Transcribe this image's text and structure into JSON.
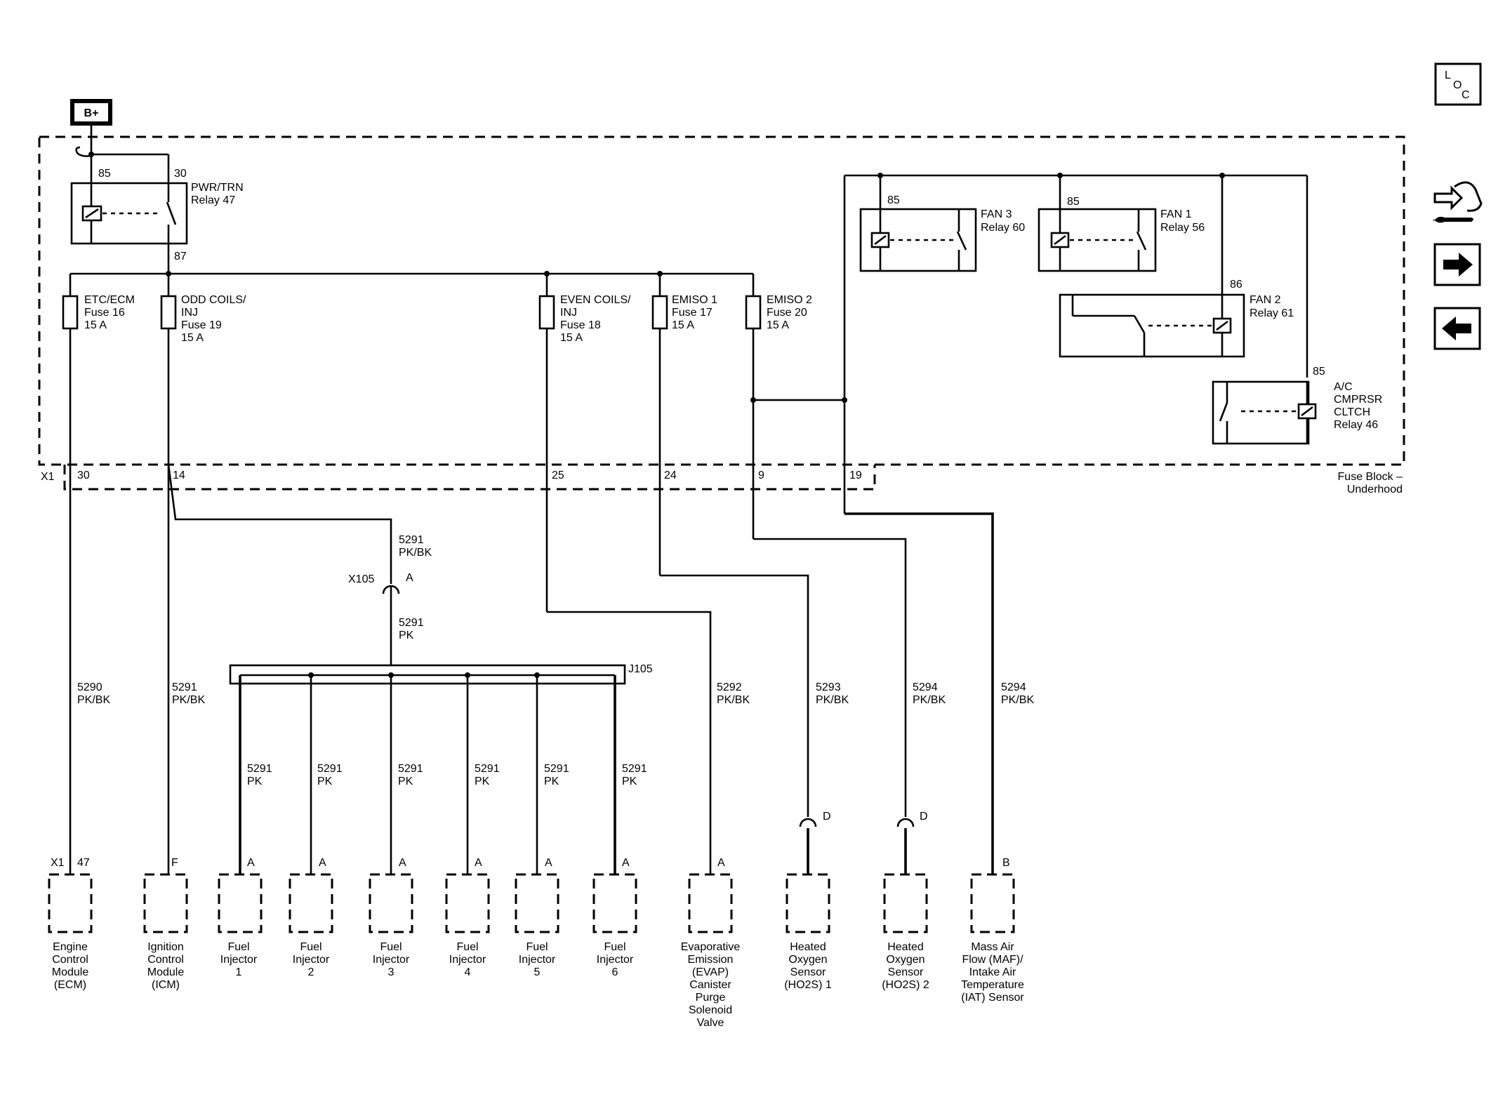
{
  "power_source": "B+",
  "fuse_block_label_line1": "Fuse Block –",
  "fuse_block_label_line2": "Underhood",
  "loc_button": {
    "l": "L",
    "o": "O",
    "c": "C"
  },
  "nav": {
    "tools_icon": "tools-icon",
    "next_icon": "arrow-right-icon",
    "prev_icon": "arrow-left-icon"
  },
  "pwr_relay": {
    "pin85": "85",
    "pin30": "30",
    "pin87": "87",
    "name": "PWR/TRN",
    "num": "Relay 47"
  },
  "fuses": [
    {
      "l1": "ETC/ECM",
      "l2": "Fuse 16",
      "l3": "15 A"
    },
    {
      "l1": "ODD COILS/",
      "l2": "INJ",
      "l3": "Fuse 19",
      "l4": "15 A"
    },
    {
      "l1": "EVEN COILS/",
      "l2": "INJ",
      "l3": "Fuse 18",
      "l4": "15 A"
    },
    {
      "l1": "EMISO 1",
      "l2": "Fuse 17",
      "l3": "15 A"
    },
    {
      "l1": "EMISO 2",
      "l2": "Fuse 20",
      "l3": "15 A"
    }
  ],
  "fan_relays": [
    {
      "pin": "85",
      "name": "FAN 3",
      "num": "Relay 60"
    },
    {
      "pin": "85",
      "name": "FAN 1",
      "num": "Relay 56"
    },
    {
      "pin": "86",
      "name": "FAN 2",
      "num": "Relay 61"
    }
  ],
  "ac_relay": {
    "pin": "85",
    "l1": "A/C",
    "l2": "CMPRSR",
    "l3": "CLTCH",
    "l4": "Relay 46"
  },
  "connector_x1": "X1",
  "pins": [
    "30",
    "14",
    "25",
    "24",
    "9",
    "19"
  ],
  "inline_conn": {
    "id": "X105",
    "pin": "A",
    "top_circuit": "5291",
    "top_color": "PK/BK",
    "bottom_circuit": "5291",
    "bottom_color": "PK"
  },
  "splice": "J105",
  "wires": [
    {
      "circuit": "5290",
      "color": "PK/BK"
    },
    {
      "circuit": "5291",
      "color": "PK/BK"
    },
    {
      "circuit": "5292",
      "color": "PK/BK"
    },
    {
      "circuit": "5293",
      "color": "PK/BK"
    },
    {
      "circuit": "5294",
      "color": "PK/BK"
    },
    {
      "circuit": "5294",
      "color": "PK/BK"
    }
  ],
  "injector_wires": [
    {
      "circuit": "5291",
      "color": "PK"
    },
    {
      "circuit": "5291",
      "color": "PK"
    },
    {
      "circuit": "5291",
      "color": "PK"
    },
    {
      "circuit": "5291",
      "color": "PK"
    },
    {
      "circuit": "5291",
      "color": "PK"
    },
    {
      "circuit": "5291",
      "color": "PK"
    }
  ],
  "sensor_conn_pin": "D",
  "components": [
    {
      "pin": "47",
      "prefix": "X1",
      "lines": [
        "Engine",
        "Control",
        "Module",
        "(ECM)"
      ]
    },
    {
      "pin": "F",
      "lines": [
        "Ignition",
        "Control",
        "Module",
        "(ICM)"
      ]
    },
    {
      "pin": "A",
      "lines": [
        "Fuel",
        "Injector",
        "1"
      ]
    },
    {
      "pin": "A",
      "lines": [
        "Fuel",
        "Injector",
        "2"
      ]
    },
    {
      "pin": "A",
      "lines": [
        "Fuel",
        "Injector",
        "3"
      ]
    },
    {
      "pin": "A",
      "lines": [
        "Fuel",
        "Injector",
        "4"
      ]
    },
    {
      "pin": "A",
      "lines": [
        "Fuel",
        "Injector",
        "5"
      ]
    },
    {
      "pin": "A",
      "lines": [
        "Fuel",
        "Injector",
        "6"
      ]
    },
    {
      "pin": "A",
      "lines": [
        "Evaporative",
        "Emission",
        "(EVAP)",
        "Canister",
        "Purge",
        "Solenoid",
        "Valve"
      ]
    },
    {
      "pin": "",
      "lines": [
        "Heated",
        "Oxygen",
        "Sensor",
        "(HO2S) 1"
      ]
    },
    {
      "pin": "",
      "lines": [
        "Heated",
        "Oxygen",
        "Sensor",
        "(HO2S) 2"
      ]
    },
    {
      "pin": "B",
      "lines": [
        "Mass Air",
        "Flow (MAF)/",
        "Intake Air",
        "Temperature",
        "(IAT) Sensor"
      ]
    }
  ]
}
